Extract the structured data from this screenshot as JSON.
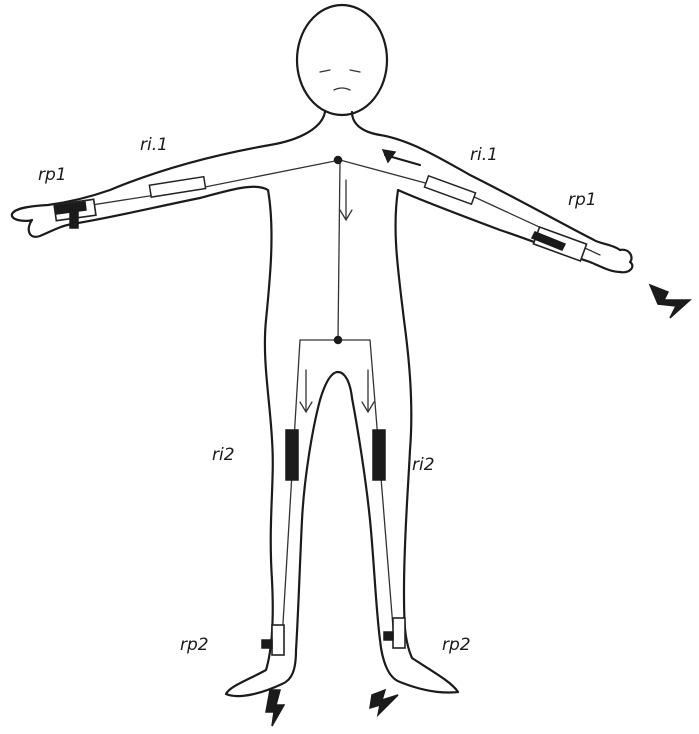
{
  "labels": {
    "ri1_left": "ri.1",
    "ri1_right": "ri.1",
    "rp1_left": "rp1",
    "rp1_right": "rp1",
    "ri2_left": "ri2",
    "ri2_right": "ri2",
    "rp2_left": "rp2",
    "rp2_right": "rp2"
  }
}
